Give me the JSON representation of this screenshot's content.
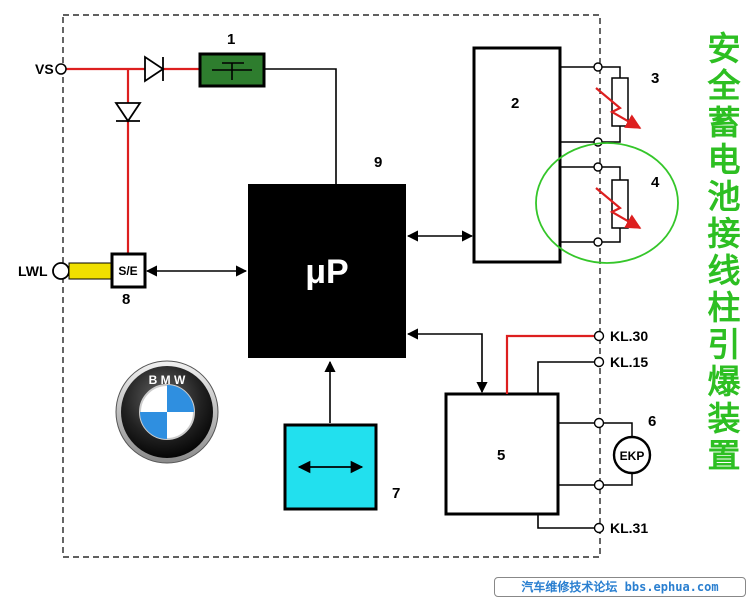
{
  "diagram": {
    "terminals": {
      "vs": "VS",
      "lwl": "LWL",
      "kl30": "KL.30",
      "kl15": "KL.15",
      "kl31": "KL.31"
    },
    "components": {
      "n1": "1",
      "n2": "2",
      "n3": "3",
      "n4": "4",
      "n5": "5",
      "n6": "6",
      "n7": "7",
      "n8": "8",
      "n9": "9",
      "microprocessor": "μP",
      "se_box": "S/E",
      "ekp": "EKP",
      "bmw_logo": "B M W"
    },
    "colors": {
      "red_wire": "#dd1f1f",
      "green_fuse": "#2e7d2e",
      "yellow_connector": "#f0e000",
      "cyan_box": "#22e0ee",
      "green_circle": "#35c62a",
      "title_green": "#2dbf22"
    }
  },
  "side_title": [
    "安",
    "全",
    "蓄",
    "电",
    "池",
    "接",
    "线",
    "柱",
    "引",
    "爆",
    "装",
    "置"
  ],
  "footer": "汽车维修技术论坛 bbs.ephua.com"
}
